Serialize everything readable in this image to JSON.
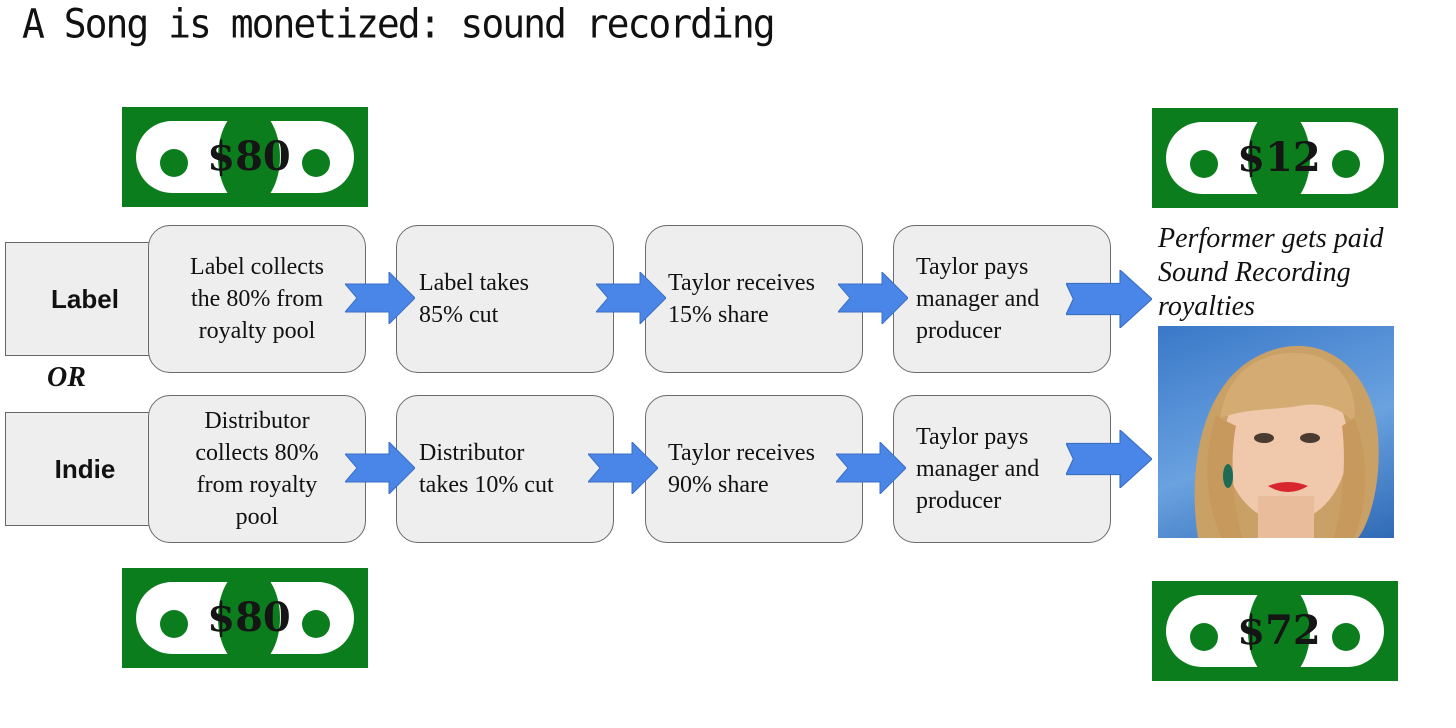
{
  "title": "A Song is monetized: sound recording",
  "colors": {
    "bill_green": "#0b7d1c",
    "arrow_blue": "#4a86e8",
    "box_fill": "#eeeeee"
  },
  "bills": {
    "top_left": "$80",
    "bottom_left": "$80",
    "top_right": "$12",
    "bottom_right": "$72"
  },
  "rows": {
    "label": {
      "name": "Label",
      "steps": [
        "Label collects\nthe 80% from\nroyalty pool",
        "Label takes\n85% cut",
        "Taylor receives\n15% share",
        "Taylor pays\nmanager and\nproducer"
      ]
    },
    "or_text": "OR",
    "indie": {
      "name": "Indie",
      "steps": [
        "Distributor\ncollects 80%\nfrom royalty\npool",
        "Distributor\ntakes 10% cut",
        "Taylor receives\n90% share",
        "Taylor pays\nmanager and\nproducer"
      ]
    }
  },
  "performer_text": "Performer gets paid\nSound Recording\nroyalties"
}
